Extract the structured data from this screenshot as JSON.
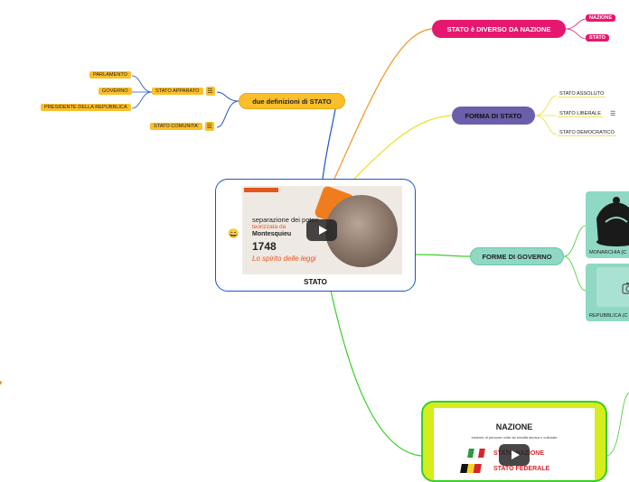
{
  "root": {
    "label": "STATO",
    "emoji": "😄"
  },
  "video_montesquieu": {
    "badge": "",
    "line1": "separazione dei poteri",
    "line2": "teorizzata da",
    "line3": "Montesquieu",
    "year": "1748",
    "book": "Lo spirito delle leggi"
  },
  "branches": {
    "definizioni": {
      "label": "due definizioni di STATO",
      "apparato": {
        "label": "STATO APPARATO",
        "children": [
          "PARLAMENTO",
          "GOVERNO",
          "PRESIDENTE DELLA REPUBBLICA"
        ]
      },
      "comunita": {
        "label": "STATO COMUNITA'"
      }
    },
    "diverso": {
      "label": "STATO è DIVERSO DA NAZIONE",
      "children": [
        "NAZIONE",
        "STATO"
      ]
    },
    "forma": {
      "label": "FORMA DI STATO",
      "children": [
        "STATO ASSOLUTO",
        "STATO LIBERALE",
        "STATO DEMOCRATICO"
      ]
    },
    "governo": {
      "label": "FORME DI GOVERNO",
      "children": [
        "MONARCHIA (C",
        "REPUBBLICA (C"
      ]
    },
    "nazione_video": {
      "title": "NAZIONE",
      "subtitle": "Insieme di persone unite da eredità storica e culturale",
      "row1": "STATO NAZIONE",
      "row2": "STATO FEDERALE"
    }
  },
  "colors": {
    "orange": "#f7931e",
    "pink": "#e6176f",
    "purple": "#6b5fab",
    "teal": "#8fd8c4",
    "yellow": "#fbbf2a",
    "blue": "#1a56c7",
    "green": "#36d026",
    "lime": "#d7ec1c"
  }
}
